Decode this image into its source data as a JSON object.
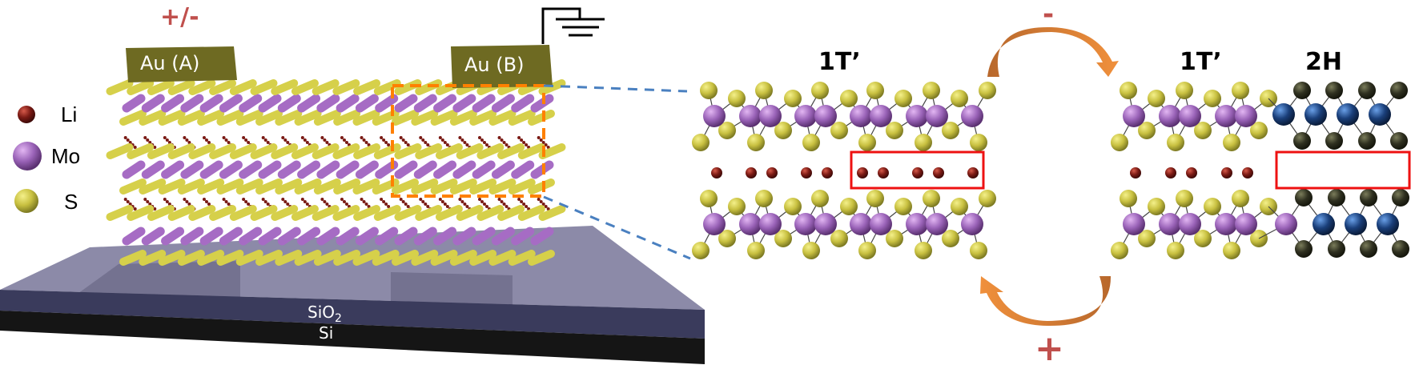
{
  "device": {
    "bias_label": "+/-",
    "electrode_a": "Au (A)",
    "electrode_b": "Au (B)",
    "substrate_top": "SiO",
    "substrate_top_sub": "2",
    "substrate_bottom": "Si",
    "ground_icon": "ground-symbol-icon"
  },
  "legend": {
    "items": [
      {
        "label": "Li",
        "color": "#7a1a14"
      },
      {
        "label": "Mo",
        "color": "#9a63b8"
      },
      {
        "label": "S",
        "color": "#c8c040"
      }
    ]
  },
  "panels": {
    "left_phase": "1T’",
    "right_phase_a": "1T’",
    "right_phase_b": "2H"
  },
  "cycle": {
    "top_sign": "-",
    "bottom_sign": "+"
  },
  "colors": {
    "li": "#7a1a14",
    "mo": "#9a63b8",
    "mo_2h": "#1a3f7a",
    "s": "#c8c040",
    "s_2h": "#2f3020",
    "au": "#6e6a22",
    "sio2": "#3a3b5c",
    "sio2_top": "#8c8aa8",
    "si": "#151515",
    "arrow": "#e08a3c",
    "arrow_dark": "#b8682c",
    "highlight_box": "#ee1111",
    "zoom_box": "#ff8000",
    "zoom_line": "#4a80c0",
    "sign": "#c0504d"
  }
}
